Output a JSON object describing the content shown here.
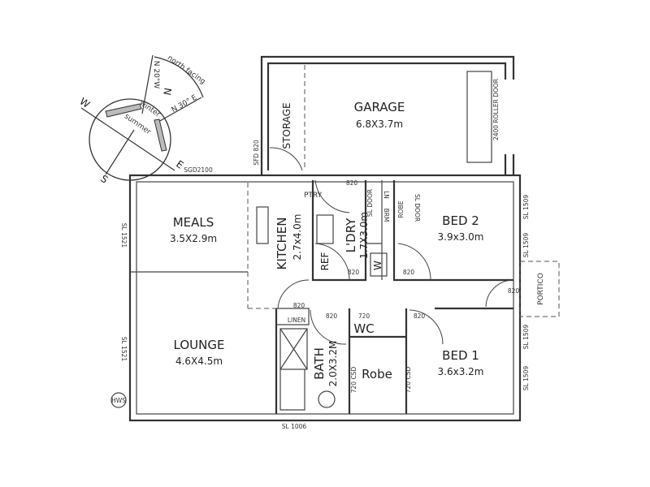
{
  "compass": {
    "north": "N",
    "south": "S",
    "east": "E",
    "west": "W",
    "north_20_west": "N 20°W",
    "north_30_east": "N 30° E",
    "north_facing": "north facing",
    "winter": "winter",
    "summer": "summer"
  },
  "rooms": {
    "garage": {
      "name": "GARAGE",
      "size": "6.8X3.7m"
    },
    "storage": {
      "name": "STORAGE"
    },
    "meals": {
      "name": "MEALS",
      "size": "3.5X2.9m"
    },
    "kitchen": {
      "name": "KITCHEN",
      "size": "2.7x4.0m"
    },
    "pantry": {
      "name": "PTRY"
    },
    "fridge": {
      "name": "REF"
    },
    "laundry": {
      "name": "L'DRY",
      "size": "1.7X3.0m"
    },
    "linen_cupboard": {
      "name": "LN"
    },
    "broom": {
      "name": "BRM"
    },
    "robe2": {
      "name": "ROBE"
    },
    "bed2": {
      "name": "BED 2",
      "size": "3.9x3.0m"
    },
    "bed1": {
      "name": "BED 1",
      "size": "3.6x3.2m"
    },
    "lounge": {
      "name": "LOUNGE",
      "size": "4.6X4.5m"
    },
    "linen": {
      "name": "LINEN"
    },
    "bath": {
      "name": "BATH",
      "size": "2.0X3.2M"
    },
    "wc": {
      "name": "WC"
    },
    "robe1": {
      "name": "Robe"
    },
    "portico": {
      "name": "PORTICO"
    },
    "washer": {
      "name": "W"
    }
  },
  "dimensions": {
    "sgd": "SGD2100",
    "sfd": "SFD 820",
    "roller_door": "2400 ROLLER DOOR",
    "sl_left_top": "SL 1521",
    "sl_left_bottom": "SL 1521",
    "sl_bottom": "SL 1006",
    "sl_right": [
      "SL 1509",
      "SL 1509",
      "SL 1509",
      "SL 1509"
    ],
    "door_820": "820",
    "door_720": "720",
    "csd": "720 CSD",
    "sl_door": "SL DOOR",
    "hws": "HWS"
  }
}
